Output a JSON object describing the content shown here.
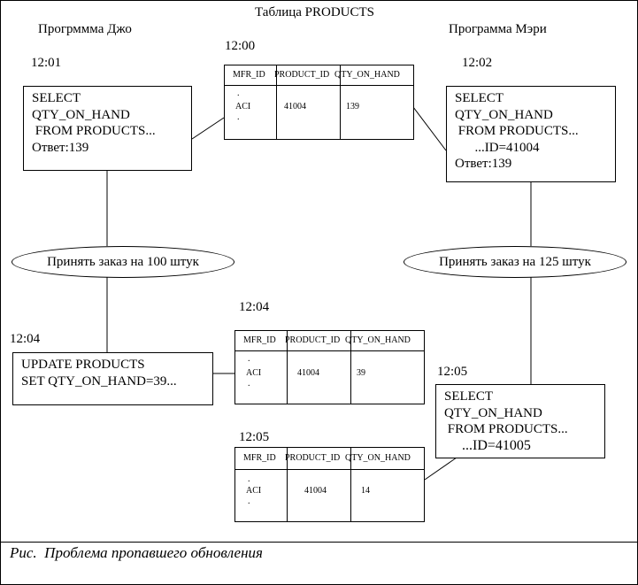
{
  "title": "Таблица PRODUCTS",
  "joe": {
    "label": "Прогрмммa Джо",
    "time1": "12:01",
    "query1": [
      "SELECT",
      "QTY_ON_HAND",
      " FROM PRODUCTS...",
      "Ответ:139"
    ],
    "action": "Принять заказ на 100 штук",
    "time2": "12:04",
    "update": [
      "UPDATE PRODUCTS",
      "SET QTY_ON_HAND=39..."
    ]
  },
  "mary": {
    "label": "Программа Мэри",
    "time1": "12:02",
    "query1": [
      "SELECT",
      "QTY_ON_HAND",
      " FROM PRODUCTS...",
      "      ...ID=41004",
      "Ответ:139"
    ],
    "action": "Принять заказ на 125 штук",
    "time2": "12:05",
    "query2": [
      "SELECT",
      "QTY_ON_HAND",
      " FROM PRODUCTS...",
      "     ...ID=41005"
    ]
  },
  "columns": [
    "MFR_ID",
    "PRODUCT_ID",
    "QTY_ON_HAND"
  ],
  "tables": [
    {
      "time": "12:00",
      "dot_top": ".",
      "mfr": "ACI",
      "dot_bottom": ".",
      "product": "41004",
      "qty": "139"
    },
    {
      "time": "12:04",
      "dot_top": ".",
      "mfr": "ACI",
      "dot_bottom": ".",
      "product": "41004",
      "qty": "39"
    },
    {
      "time": "12:05",
      "dot_top": ".",
      "mfr": "ACI",
      "dot_bottom": ".",
      "product": "41004",
      "qty": "14"
    }
  ],
  "caption": "Рис.  Проблема пропавшего обновления"
}
